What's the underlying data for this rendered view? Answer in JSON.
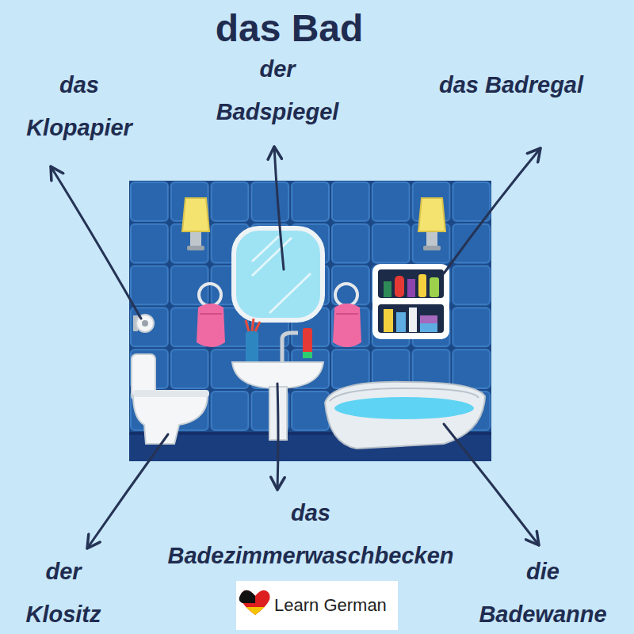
{
  "diagram": {
    "title": "das Bad",
    "labels": [
      "das Klopapier",
      "der Badspiegel",
      "das Badregal",
      "der Klositz",
      "das Badezimmerwaschbecken",
      "die Badewanne",
      "Learn German"
    ]
  }
}
